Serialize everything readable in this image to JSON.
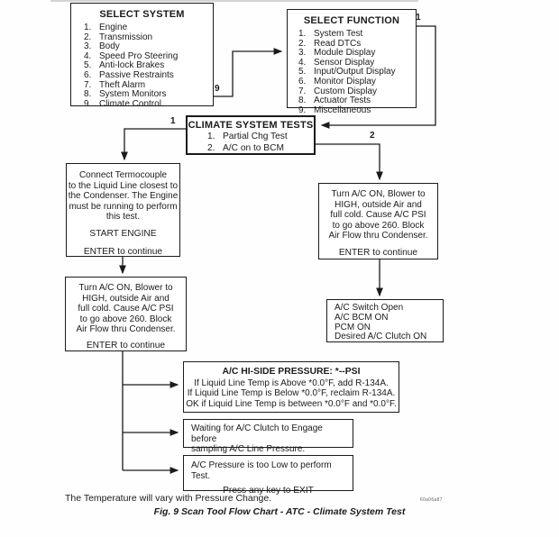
{
  "connectors": {
    "system_to_function_label": "9",
    "function_to_climate_label": "1",
    "climate_to_left_label": "1",
    "climate_to_right_label": "2"
  },
  "select_system": {
    "title": "SELECT SYSTEM",
    "items": [
      "Engine",
      "Transmission",
      "Body",
      "Speed Pro Steering",
      "Anti-lock Brakes",
      "Passive Restraints",
      "Theft Alarm",
      "System Monitors",
      "Climate Control"
    ]
  },
  "select_function": {
    "title": "SELECT FUNCTION",
    "items": [
      "System Test",
      "Read DTCs",
      "Module Display",
      "Sensor Display",
      "Input/Output Display",
      "Monitor Display",
      "Custom Display",
      "Actuator Tests",
      "Miscellaneous"
    ]
  },
  "climate_tests": {
    "title": "CLIMATE SYSTEM TESTS",
    "items": [
      "Partial Chg Test",
      "A/C on to BCM"
    ]
  },
  "boxes": {
    "connect_thermocouple": {
      "body": "Connect Termocouple\nto the Liquid Line closest to\nthe Condenser. The Engine\nmust be running to perform\nthis test.",
      "action": "START ENGINE",
      "prompt": "ENTER to continue"
    },
    "turn_ac_right": {
      "body": "Turn A/C ON, Blower to\nHIGH, outside Air and\nfull cold. Cause A/C PSI\nto go above 260. Block\nAir Flow thru Condenser.",
      "prompt": "ENTER to continue"
    },
    "turn_ac_left": {
      "body": "Turn A/C ON, Blower to\nHIGH, outside Air and\nfull cold. Cause A/C PSI\nto go above 260. Block\nAir Flow thru Condenser.",
      "prompt": "ENTER to continue"
    },
    "ac_status": {
      "body": "A/C Switch Open\nA/C BCM ON\nPCM ON\nDesired A/C Clutch ON"
    },
    "hi_side_pressure": {
      "title": "A/C HI-SIDE PRESSURE: *--PSI",
      "body": "If Liquid Line Temp is Above *0.0°F, add R-134A.\nIf Liquid Line Temp is Below *0.0°F, reclaim R-134A.\nOK if Liquid Line Temp is between *0.0°F and *0.0°F."
    },
    "waiting": {
      "body": "Waiting for A/C Clutch to Engage before\nsampling A/C Line Pressure."
    },
    "low_pressure": {
      "body": "A/C Pressure is too Low to perform Test.",
      "prompt": "Press any key to EXIT"
    }
  },
  "footer": {
    "note": "The Temperature will vary with Pressure Change.",
    "caption": "Fig. 9 Scan Tool Flow Chart - ATC - Climate System Test",
    "watermark": "60a06a87"
  },
  "colors": {
    "line": "#1b1b1b",
    "background": "#fefefe"
  }
}
